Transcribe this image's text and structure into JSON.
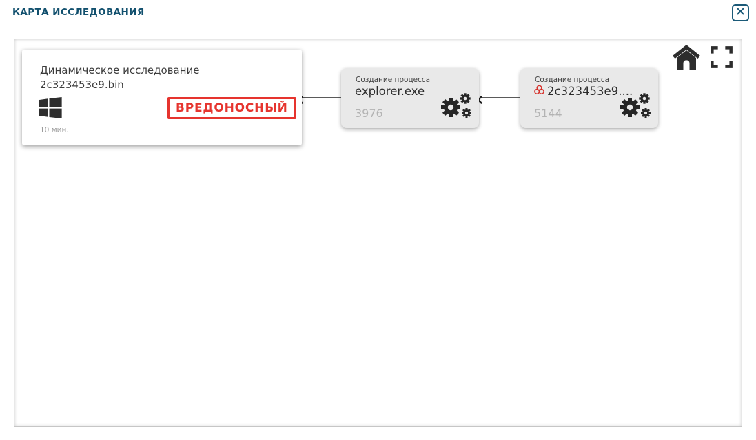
{
  "header": {
    "title": "КАРТА ИССЛЕДОВАНИЯ",
    "close_icon": "close-x"
  },
  "map_toolbar": {
    "home_icon": "home",
    "fullscreen_icon": "fullscreen-corners"
  },
  "root_card": {
    "title": "Динамическое исследование 2c323453e9.bin",
    "os_icon": "windows-logo",
    "duration": "10 мин.",
    "verdict": "ВРЕДОНОСНЫЙ"
  },
  "nodes": [
    {
      "type_label": "Создание процесса",
      "name": "explorer.exe",
      "pid": "3976",
      "malicious": false,
      "icon": "gears"
    },
    {
      "type_label": "Создание процесса",
      "name": "2c323453e9....",
      "pid": "5144",
      "malicious": true,
      "name_icon": "biohazard",
      "icon": "gears"
    }
  ],
  "edges": [
    {
      "from": "root-card",
      "to": "explorer.exe",
      "marker": "x"
    },
    {
      "from": "explorer.exe",
      "to": "2c323453e9....",
      "marker": "x"
    }
  ],
  "colors": {
    "title_teal": "#12506e",
    "close_teal": "#1b5a78",
    "malicious_red": "#e6342e",
    "node_bg": "#e9e9e9",
    "icon_dark": "#2d2d2d"
  }
}
